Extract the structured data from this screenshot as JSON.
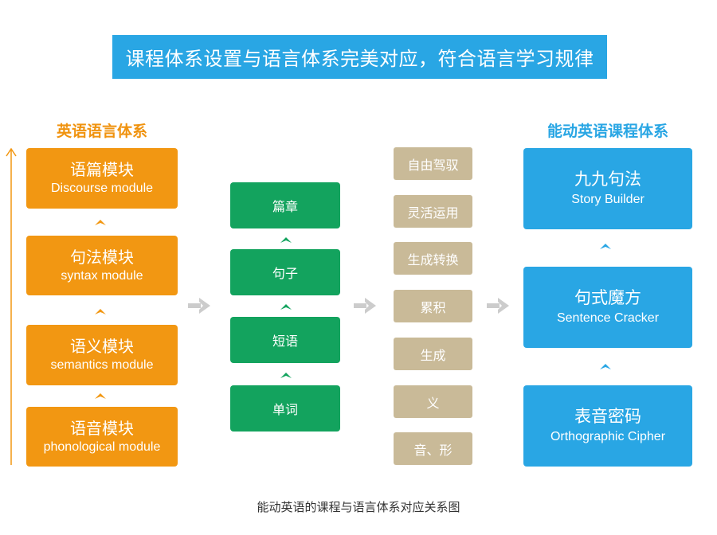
{
  "banner": "课程体系设置与语言体系完美对应，符合语言学习规律",
  "left_column": {
    "title": "英语语言体系",
    "modules": [
      {
        "zh": "语篇模块",
        "en": "Discourse module"
      },
      {
        "zh": "句法模块",
        "en": "syntax module"
      },
      {
        "zh": "语义模块",
        "en": "semantics module"
      },
      {
        "zh": "语音模块",
        "en": "phonological module"
      }
    ]
  },
  "green_column": [
    "篇章",
    "句子",
    "短语",
    "单词"
  ],
  "tan_column": [
    "自由驾驭",
    "灵活运用",
    "生成转换",
    "累积",
    "生成",
    "义",
    "音、形"
  ],
  "right_column": {
    "title": "能动英语课程体系",
    "courses": [
      {
        "zh": "九九句法",
        "en": "Story Builder"
      },
      {
        "zh": "句式魔方",
        "en": "Sentence Cracker"
      },
      {
        "zh": "表音密码",
        "en": "Orthographic Cipher"
      }
    ]
  },
  "caption": "能动英语的课程与语言体系对应关系图",
  "colors": {
    "banner": "#29a6e4",
    "orange": "#f29712",
    "green": "#13a35e",
    "tan": "#c9ba98",
    "blue": "#29a6e4",
    "arrow_gray": "#cccccc"
  }
}
